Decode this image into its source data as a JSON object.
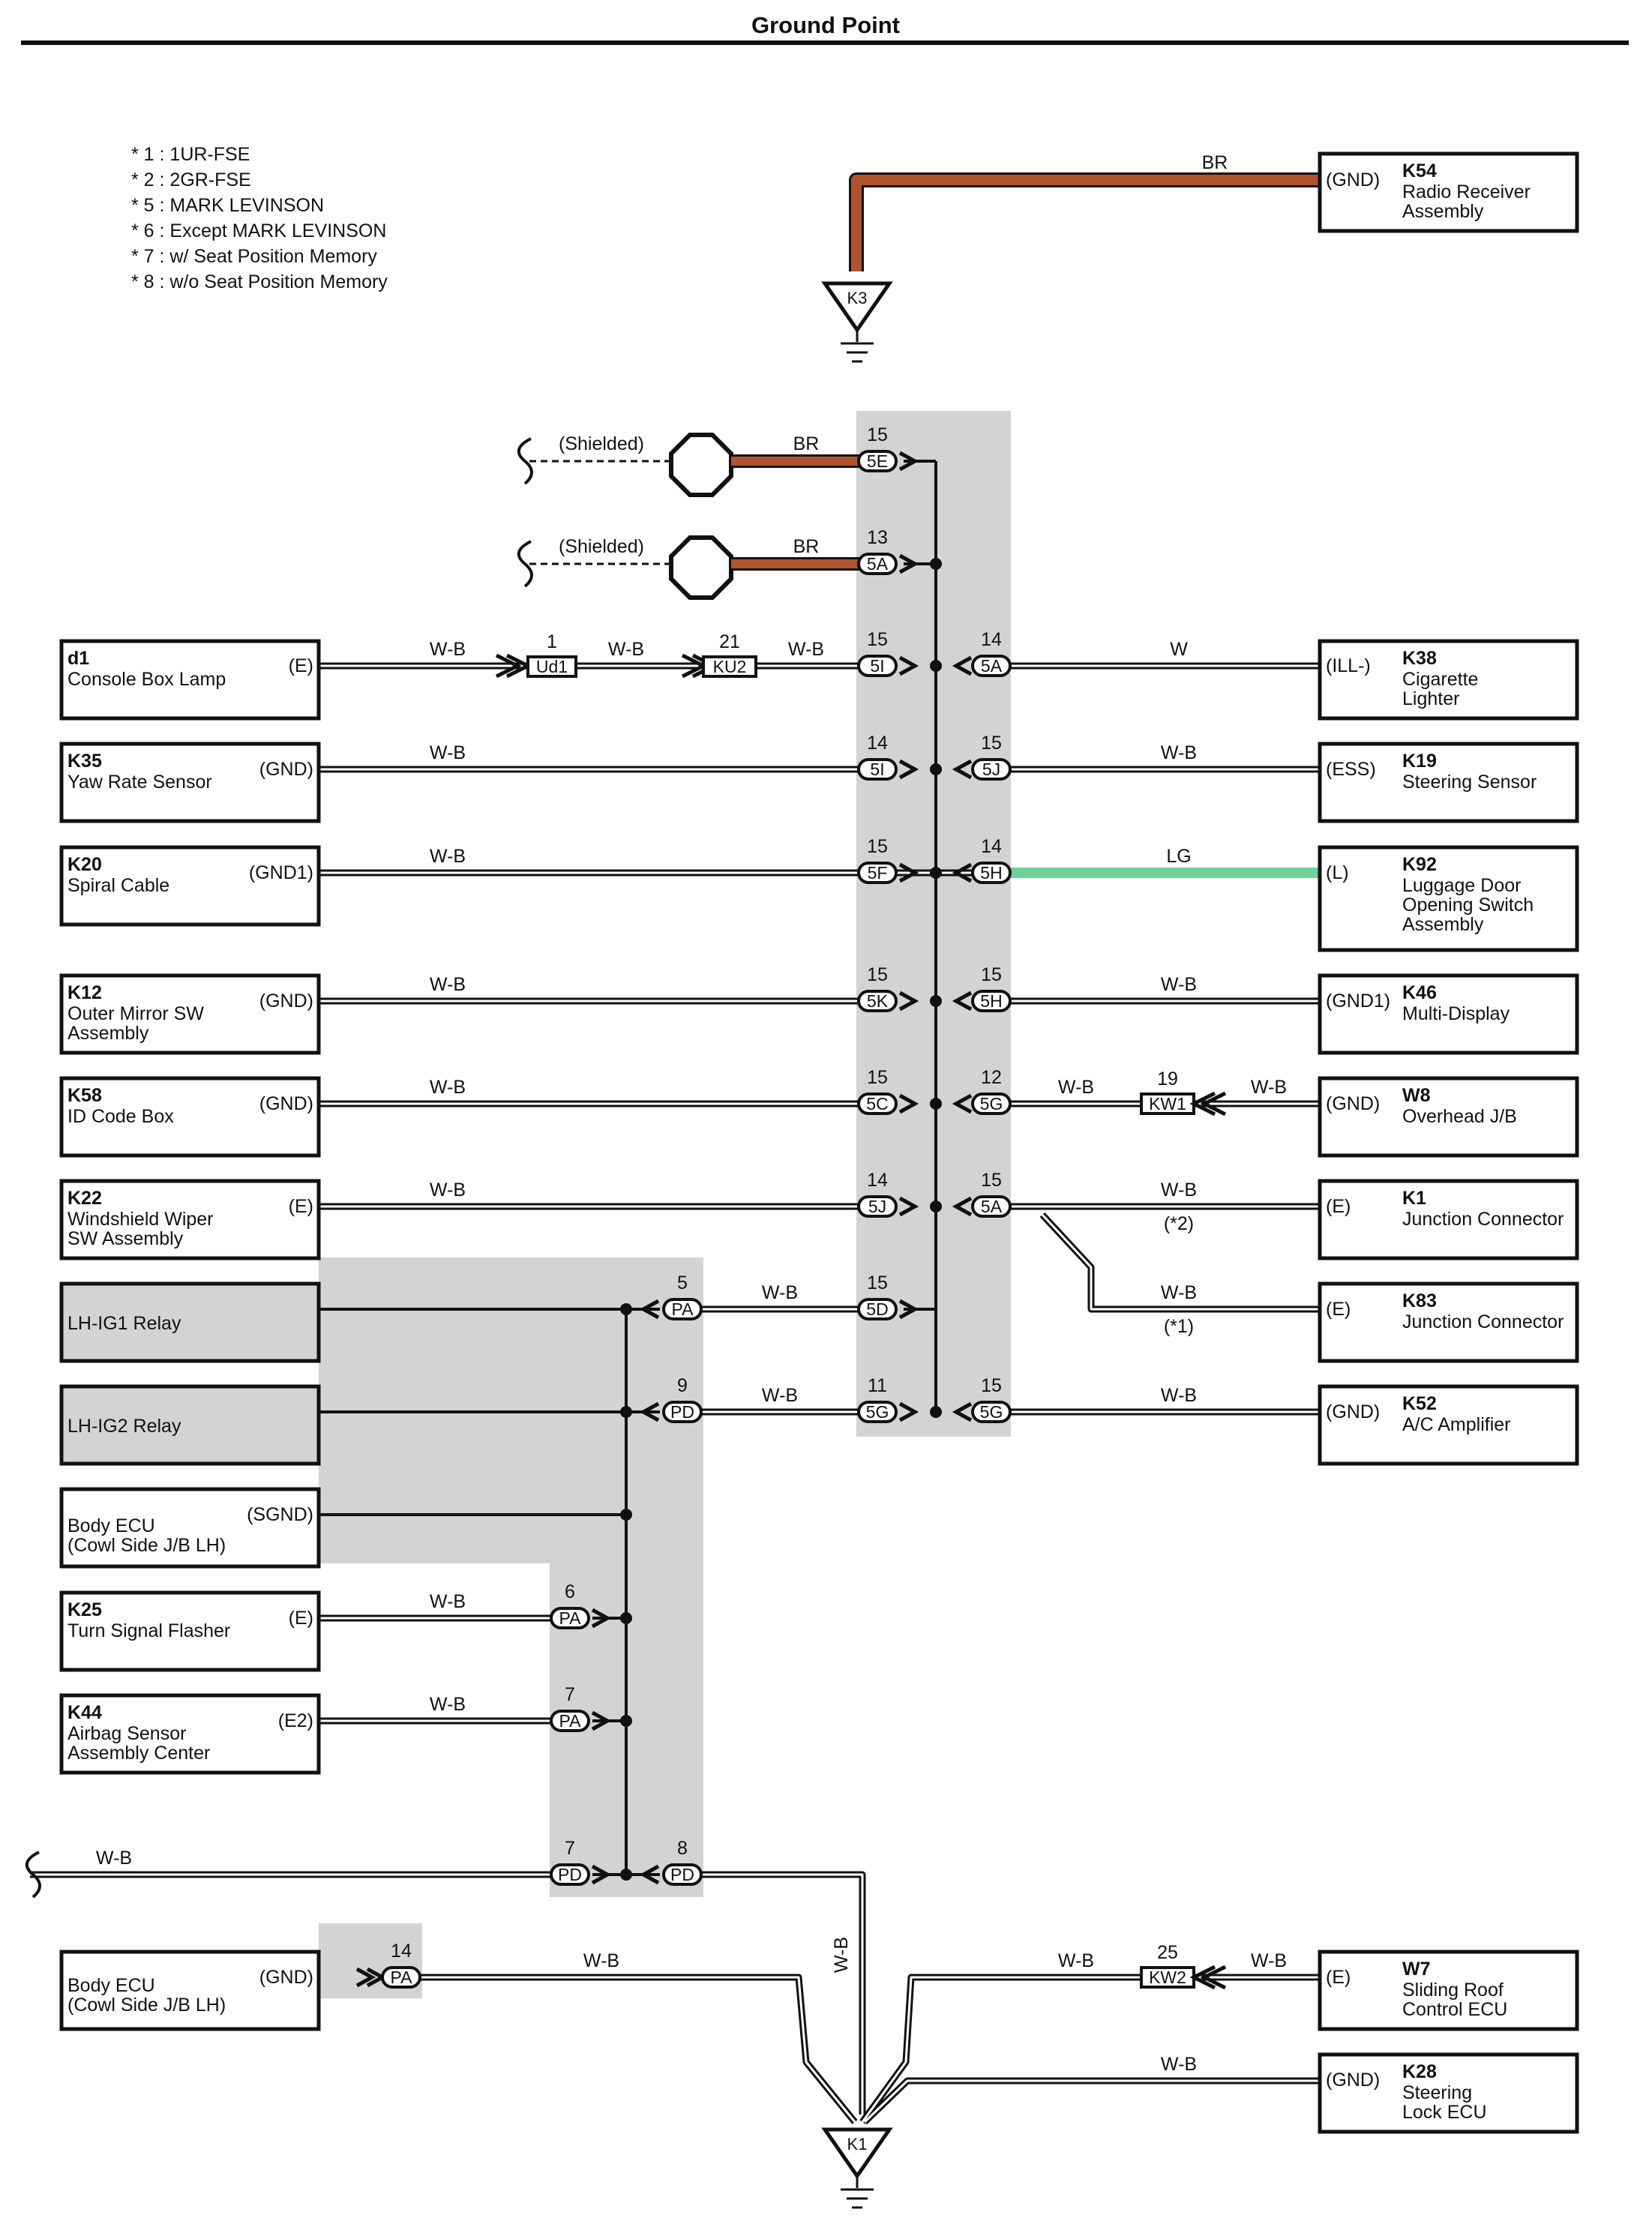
{
  "title": "Ground Point",
  "footnotes": [
    "* 1 : 1UR-FSE",
    "* 2 : 2GR-FSE",
    "* 5 : MARK LEVINSON",
    "* 6 : Except MARK LEVINSON",
    "* 7 : w/ Seat Position Memory",
    "* 8 : w/o Seat Position Memory"
  ],
  "grounds": {
    "k3": "K3",
    "k1": "K1"
  },
  "shielded": {
    "label1": "(Shielded)",
    "label2": "(Shielded)"
  },
  "components_left": [
    {
      "code": "d1",
      "name_lines": [
        "Console Box Lamp"
      ],
      "pin": "(E)"
    },
    {
      "code": "K35",
      "name_lines": [
        "Yaw Rate Sensor"
      ],
      "pin": "(GND)"
    },
    {
      "code": "K20",
      "name_lines": [
        "Spiral Cable"
      ],
      "pin": "(GND1)"
    },
    {
      "code": "K12",
      "name_lines": [
        "Outer Mirror SW",
        "Assembly"
      ],
      "pin": "(GND)"
    },
    {
      "code": "K58",
      "name_lines": [
        "ID Code Box"
      ],
      "pin": "(GND)"
    },
    {
      "code": "K22",
      "name_lines": [
        "Windshield Wiper",
        "SW Assembly"
      ],
      "pin": "(E)"
    },
    {
      "code": "",
      "name_lines": [
        "LH-IG1 Relay"
      ],
      "pin": ""
    },
    {
      "code": "",
      "name_lines": [
        "LH-IG2 Relay"
      ],
      "pin": ""
    },
    {
      "code": "",
      "name_lines": [
        "Body ECU",
        "(Cowl Side J/B LH)"
      ],
      "pin": "(SGND)"
    },
    {
      "code": "K25",
      "name_lines": [
        "Turn Signal Flasher"
      ],
      "pin": "(E)"
    },
    {
      "code": "K44",
      "name_lines": [
        "Airbag Sensor",
        "Assembly Center"
      ],
      "pin": "(E2)"
    },
    {
      "code": "",
      "name_lines": [
        "Body ECU",
        "(Cowl Side J/B LH)"
      ],
      "pin": "(GND)"
    }
  ],
  "components_right": [
    {
      "code": "K54",
      "name_lines": [
        "Radio Receiver",
        "Assembly"
      ],
      "pin": "(GND)"
    },
    {
      "code": "K38",
      "name_lines": [
        "Cigarette",
        "Lighter"
      ],
      "pin": "(ILL-)"
    },
    {
      "code": "K19",
      "name_lines": [
        "Steering Sensor"
      ],
      "pin": "(ESS)"
    },
    {
      "code": "K92",
      "name_lines": [
        "Luggage Door",
        "Opening Switch",
        "Assembly"
      ],
      "pin": "(L)"
    },
    {
      "code": "K46",
      "name_lines": [
        "Multi-Display"
      ],
      "pin": "(GND1)"
    },
    {
      "code": "W8",
      "name_lines": [
        "Overhead J/B"
      ],
      "pin": "(GND)"
    },
    {
      "code": "K1",
      "name_lines": [
        "Junction Connector"
      ],
      "pin": "(E)"
    },
    {
      "code": "K83",
      "name_lines": [
        "Junction Connector"
      ],
      "pin": "(E)"
    },
    {
      "code": "K52",
      "name_lines": [
        "A/C Amplifier"
      ],
      "pin": "(GND)"
    },
    {
      "code": "W7",
      "name_lines": [
        "Sliding Roof",
        "Control ECU"
      ],
      "pin": "(E)"
    },
    {
      "code": "K28",
      "name_lines": [
        "Steering",
        "Lock ECU"
      ],
      "pin": "(GND)"
    }
  ],
  "connectors": [
    {
      "label": "5E",
      "pin": "15"
    },
    {
      "label": "5A",
      "pin": "13"
    },
    {
      "label": "5I",
      "pin": "15"
    },
    {
      "label": "5A",
      "pin": "14"
    },
    {
      "label": "5I",
      "pin": "14"
    },
    {
      "label": "5J",
      "pin": "15"
    },
    {
      "label": "5F",
      "pin": "15"
    },
    {
      "label": "5H",
      "pin": "14"
    },
    {
      "label": "5K",
      "pin": "15"
    },
    {
      "label": "5H",
      "pin": "15"
    },
    {
      "label": "5C",
      "pin": "15"
    },
    {
      "label": "5G",
      "pin": "12"
    },
    {
      "label": "5J",
      "pin": "14"
    },
    {
      "label": "5A",
      "pin": "15"
    },
    {
      "label": "5D",
      "pin": "15"
    },
    {
      "label": "5G",
      "pin": "11"
    },
    {
      "label": "5G",
      "pin": "15"
    },
    {
      "label": "PA",
      "pin": "5"
    },
    {
      "label": "PD",
      "pin": "9"
    },
    {
      "label": "PA",
      "pin": "6"
    },
    {
      "label": "PA",
      "pin": "7"
    },
    {
      "label": "PD",
      "pin": "7"
    },
    {
      "label": "PD",
      "pin": "8"
    },
    {
      "label": "PA",
      "pin": "14"
    },
    {
      "label": "Ud1",
      "pin": "1"
    },
    {
      "label": "KU2",
      "pin": "21"
    },
    {
      "label": "KW1",
      "pin": "19"
    },
    {
      "label": "KW2",
      "pin": "25"
    }
  ],
  "wire_labels": {
    "k54": "BR",
    "sh1": "BR",
    "sh2": "BR",
    "d1a": "W-B",
    "d1b": "W-B",
    "d1c": "W-B",
    "k38": "W",
    "k35": "W-B",
    "k19": "W-B",
    "k20": "W-B",
    "k92": "LG",
    "k12": "W-B",
    "k46": "W-B",
    "k58": "W-B",
    "w8a": "W-B",
    "w8b": "W-B",
    "k22": "W-B",
    "k1": "W-B",
    "k83": "W-B",
    "ig1": "W-B",
    "ig2": "W-B",
    "k52": "W-B",
    "k25": "W-B",
    "k44": "W-B",
    "spl": "W-B",
    "vert": "W-B",
    "becu": "W-B",
    "w7a": "W-B",
    "w7b": "W-B",
    "k28": "W-B"
  },
  "conditions": {
    "k1": "(*2)",
    "k83": "(*1)"
  },
  "colors": {
    "BR": "#b0532f",
    "LG": "#6fd19a",
    "W": "#ffffff",
    "shade": "#d3d3d3",
    "line": "#111111"
  }
}
